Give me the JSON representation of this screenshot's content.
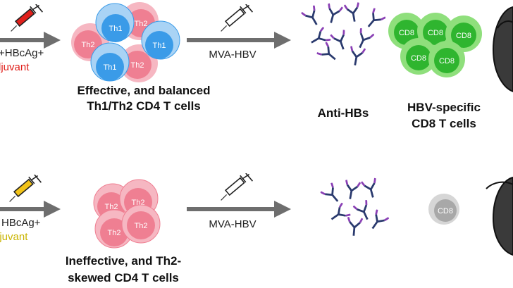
{
  "top_row": {
    "vaccine_line1": "+HBcAg+",
    "vaccine_line2": "ljuvant",
    "vaccine_line2_color": "#e0201b",
    "syringe_color": "#e0201b",
    "cd4_cells": [
      "Th1",
      "Th2",
      "Th2",
      "Th1",
      "Th1",
      "Th2"
    ],
    "cd4_label_line1": "Effective, and balanced",
    "cd4_label_line2": "Th1/Th2 CD4 T cells",
    "boost_label": "MVA-HBV",
    "antibody_label": "Anti-HBs",
    "cd8_cells": [
      "CD8",
      "CD8",
      "CD8",
      "CD8",
      "CD8"
    ],
    "cd8_label_line1": "HBV-specific",
    "cd8_label_line2": "CD8 T cells"
  },
  "bottom_row": {
    "vaccine_line1": "HBcAg+",
    "vaccine_line2": "ljuvant",
    "vaccine_line2_color": "#c9b400",
    "syringe_color": "#f2c318",
    "cd4_cells": [
      "Th2",
      "Th2",
      "Th2",
      "Th2"
    ],
    "cd4_label_line1": "Ineffective, and Th2-",
    "cd4_label_line2": "skewed CD4 T cells",
    "boost_label": "MVA-HBV",
    "cd8_cell": "CD8"
  },
  "colors": {
    "th1": "#3a9be8",
    "th2": "#ef7f92",
    "cd8_active": "#3cc43c",
    "cd8_inactive": "#b5b5b5",
    "arrow": "#6e6e6e"
  }
}
